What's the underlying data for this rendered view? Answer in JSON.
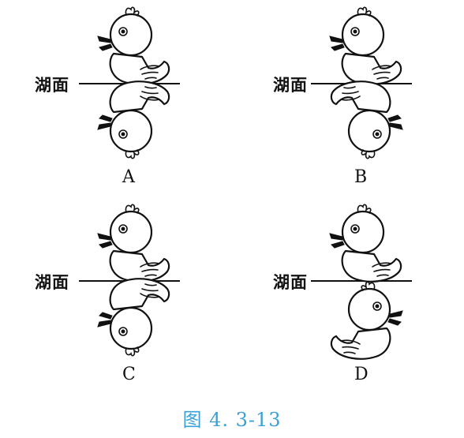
{
  "surface_label": "湖面",
  "options": [
    {
      "letter": "A"
    },
    {
      "letter": "B"
    },
    {
      "letter": "C"
    },
    {
      "letter": "D"
    }
  ],
  "caption": "图 4. 3-13"
}
